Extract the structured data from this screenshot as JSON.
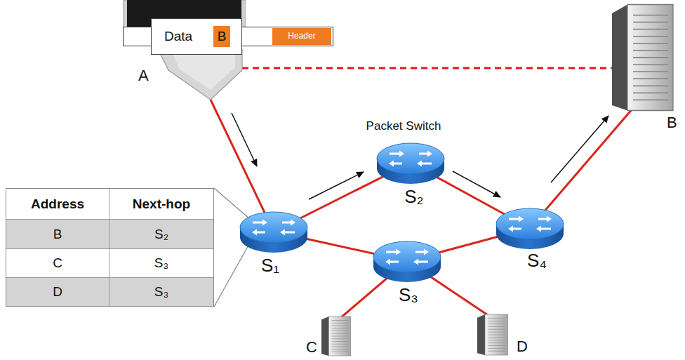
{
  "diagram": {
    "nodes": [
      {
        "text": [
          "Data"
        ]
      },
      {
        "text": [
          "B"
        ],
        "in": 0
      },
      {
        "text": [
          "Header"
        ]
      },
      {
        "text": [
          "A"
        ]
      },
      {
        "text": [
          "B"
        ]
      },
      {
        "text": [
          "Packet Switch",
          "S₂"
        ]
      },
      {
        "text": [
          "S₁"
        ]
      },
      {
        "text": [
          "S₄"
        ]
      },
      {
        "text": [
          "S₃"
        ]
      },
      {
        "text": [
          "C"
        ]
      },
      {
        "text": [
          "D"
        ]
      }
    ],
    "edges": [
      {
        "from": 3,
        "to": 6,
        "arrow": "none"
      },
      {
        "from": 6,
        "to": 5,
        "arrow": "none"
      },
      {
        "from": 5,
        "to": 7,
        "arrow": "none"
      },
      {
        "from": 7,
        "to": 4,
        "arrow": "none"
      },
      {
        "from": 6,
        "to": 8,
        "arrow": "none"
      },
      {
        "from": 8,
        "to": 7,
        "arrow": "none"
      },
      {
        "from": 8,
        "to": 9,
        "arrow": "none"
      },
      {
        "from": 8,
        "to": 10,
        "arrow": "none"
      },
      {
        "from": 3,
        "to": 4,
        "arrow": "none"
      }
    ],
    "labels": [
      "Address",
      "Next-hop",
      "B",
      "S₂",
      "C",
      "S₃",
      "D",
      "S₃"
    ]
  }
}
